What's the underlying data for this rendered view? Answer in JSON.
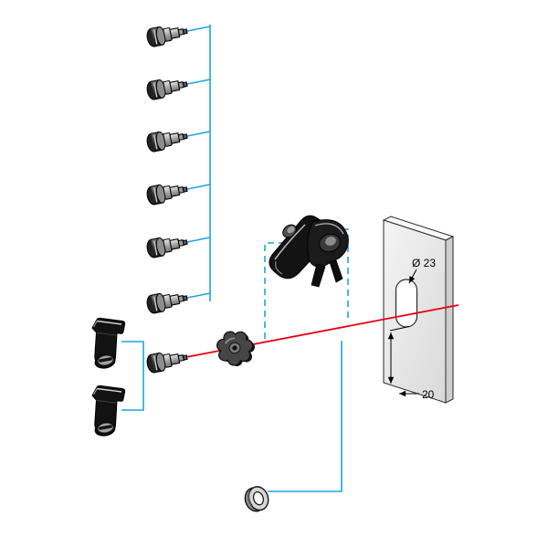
{
  "page": {
    "background": "#ffffff"
  },
  "diagram": {
    "kind": "exploded-assembly-technical-illustration",
    "labels": {
      "hole_diameter": "Ø 23",
      "edge_distance": "20"
    },
    "colors": {
      "guide_line_blue": "#1ba7e0",
      "axis_line_red": "#e60012",
      "part_black": "#131313",
      "metal_gray": "#a8a8a8",
      "plate_fill": "#ececec",
      "outline": "#000000",
      "dimension_text": "#000000"
    },
    "parts": [
      {
        "name": "lock-insert",
        "count": 7
      },
      {
        "name": "cam-lock",
        "count": 2
      },
      {
        "name": "star-knob",
        "count": 1
      },
      {
        "name": "swing-handle",
        "count": 1
      },
      {
        "name": "mounting-plate",
        "count": 1
      },
      {
        "name": "gasket-ring",
        "count": 1
      }
    ]
  }
}
